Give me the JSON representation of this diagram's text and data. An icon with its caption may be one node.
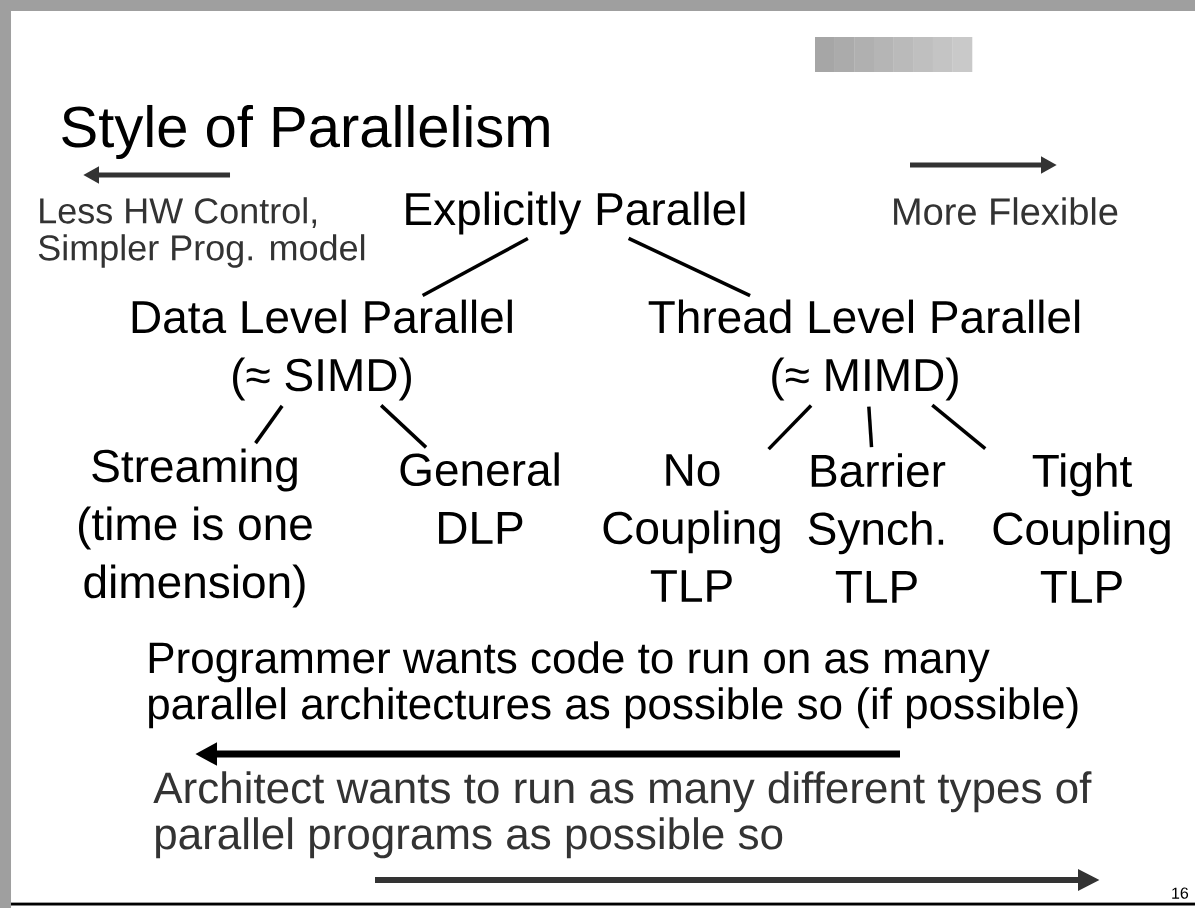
{
  "diagram": {
    "title": "Style of Parallelism",
    "nodes": [
      {
        "text": [
          "Explicitly Parallel"
        ]
      },
      {
        "text": [
          "Data Level Parallel (≈ SIMD)"
        ]
      },
      {
        "text": [
          "Thread Level Parallel (≈ MIMD)"
        ]
      },
      {
        "text": [
          "Streaming (time is one dimension)"
        ]
      },
      {
        "text": [
          "General DLP"
        ]
      },
      {
        "text": [
          "No Coupling TLP"
        ]
      },
      {
        "text": [
          "Barrier Synch. TLP"
        ]
      },
      {
        "text": [
          "Tight Coupling TLP"
        ]
      }
    ],
    "edges": [
      {
        "from": 0,
        "to": 1,
        "arrow": "none"
      },
      {
        "from": 0,
        "to": 2,
        "arrow": "none"
      },
      {
        "from": 1,
        "to": 3,
        "arrow": "none"
      },
      {
        "from": 1,
        "to": 4,
        "arrow": "none"
      },
      {
        "from": 2,
        "to": 5,
        "arrow": "none"
      },
      {
        "from": 2,
        "to": 6,
        "arrow": "none"
      },
      {
        "from": 2,
        "to": 7,
        "arrow": "none"
      }
    ],
    "labels": [
      "Less HW Control, Simpler Prog. model",
      "More Flexible",
      "Programmer wants code to run on as many parallel architectures as possible so (if possible)",
      "Architect wants to run as many different types of parallel programs as possible so",
      "16"
    ]
  }
}
